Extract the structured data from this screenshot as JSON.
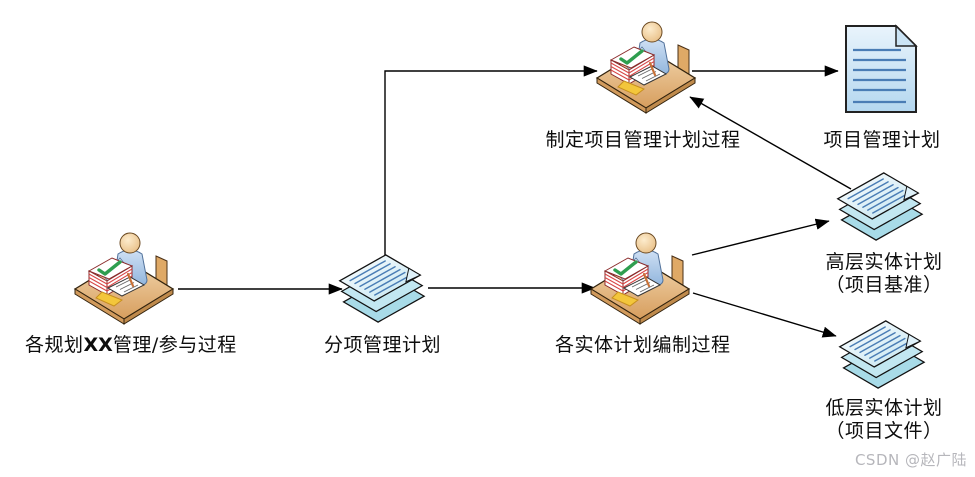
{
  "diagram": {
    "title": "project-planning-process-flow",
    "nodes": {
      "planning_processes": {
        "icon": "person-at-desk-icon",
        "label_pre": "各规划",
        "label_bold": "XX",
        "label_post": "管理/参与过程"
      },
      "subsidiary_mgmt_plans": {
        "icon": "document-stack-icon",
        "label": "分项管理计划"
      },
      "develop_pm_plan_process": {
        "icon": "person-at-desk-icon",
        "label": "制定项目管理计划过程"
      },
      "project_mgmt_plan": {
        "icon": "document-icon",
        "label": "项目管理计划"
      },
      "entity_plan_compilation_process": {
        "icon": "person-at-desk-icon",
        "label": "各实体计划编制过程"
      },
      "high_level_entity_plans": {
        "icon": "document-stack-icon",
        "label_line1": "高层实体计划",
        "label_line2": "（项目基准）"
      },
      "low_level_entity_plans": {
        "icon": "document-stack-icon",
        "label_line1": "低层实体计划",
        "label_line2": "（项目文件）"
      }
    },
    "edges": [
      {
        "from": "各规划XX管理/参与过程",
        "to": "分项管理计划"
      },
      {
        "from": "分项管理计划",
        "to": "制定项目管理计划过程"
      },
      {
        "from": "分项管理计划",
        "to": "各实体计划编制过程"
      },
      {
        "from": "制定项目管理计划过程",
        "to": "项目管理计划"
      },
      {
        "from": "各实体计划编制过程",
        "to": "高层实体计划（项目基准）"
      },
      {
        "from": "高层实体计划（项目基准）",
        "to": "制定项目管理计划过程"
      },
      {
        "from": "各实体计划编制过程",
        "to": "低层实体计划（项目文件）"
      }
    ],
    "watermark": "CSDN @赵广陆",
    "colors": {
      "background": "#ffffff",
      "arrow": "#000000",
      "paper_fill": "#cfe9f4",
      "paper_line": "#4a7db5",
      "desk": "#e2b184",
      "shirt": "#a7c6e8",
      "stack_stripe_red": "#d84848",
      "check_green": "#2e9e4f",
      "watermark": "#b6b6bb"
    }
  }
}
